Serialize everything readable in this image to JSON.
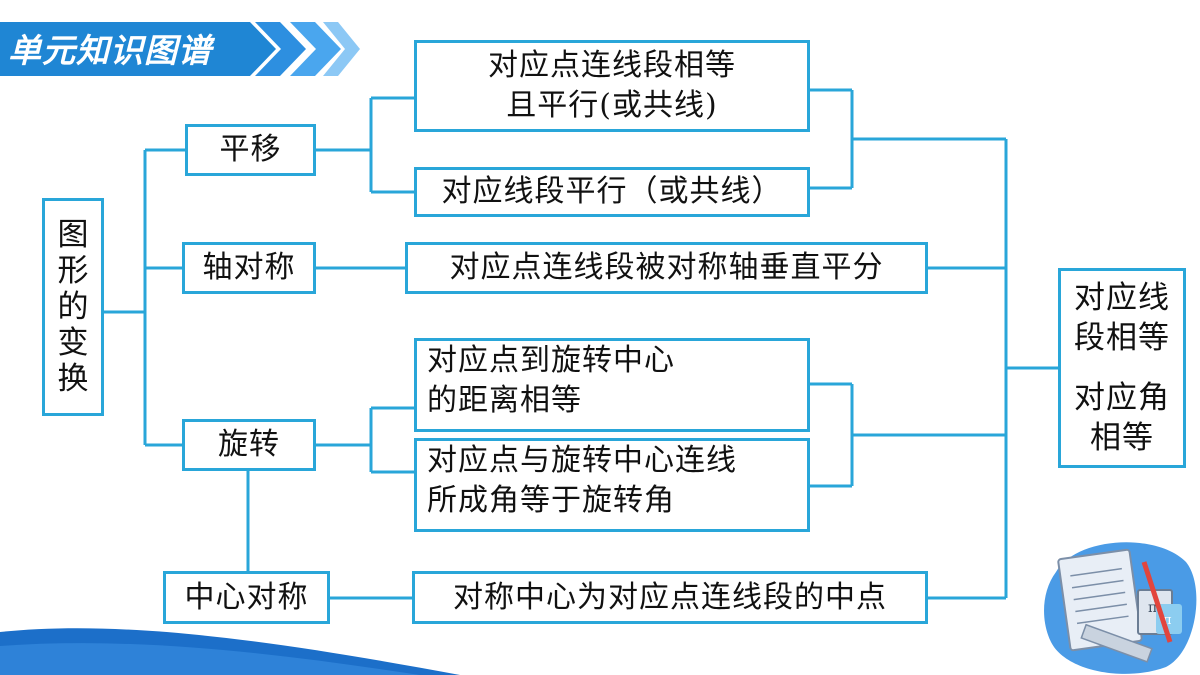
{
  "header": {
    "title": "单元知识图谱"
  },
  "root": {
    "chars": [
      "图",
      "形",
      "的",
      "变",
      "换"
    ]
  },
  "transforms": [
    {
      "id": "translation",
      "label": "平移"
    },
    {
      "id": "reflection",
      "label": "轴对称"
    },
    {
      "id": "rotation",
      "label": "旋转"
    },
    {
      "id": "central",
      "label": "中心对称"
    }
  ],
  "properties": {
    "translation_1": [
      "对应点连线段相等",
      "且平行(或共线)"
    ],
    "translation_2": "对应线段平行（或共线）",
    "reflection_1": "对应点连线段被对称轴垂直平分",
    "rotation_1": [
      "对应点到旋转中心",
      "的距离相等"
    ],
    "rotation_2": [
      "对应点与旋转中心连线",
      "所成角等于旋转角"
    ],
    "central_1": "对称中心为对应点连线段的中点"
  },
  "common": {
    "line1": [
      "对应线",
      "段相等"
    ],
    "line2": [
      "对应角",
      "相等"
    ]
  },
  "colors": {
    "line": "#29a6d9",
    "banner": "#1f86d4",
    "banner_dark": "#0d5fb3",
    "wave": "#1c6fc9"
  }
}
